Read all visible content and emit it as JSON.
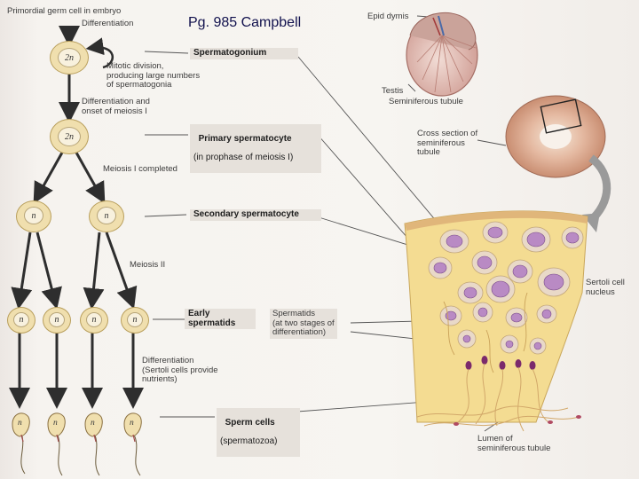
{
  "caption": "Pg. 985 Campbell",
  "left_labels": {
    "primordial": "Primordial germ cell in embryo",
    "differentiation_top": "Differentiation",
    "mitotic": "Mitotic division,\nproducing large numbers\nof spermatogonia",
    "diff_meiosis": "Differentiation and\nonset of meiosis I",
    "meiosis1": "Meiosis I completed",
    "meiosis2": "Meiosis II",
    "diff_sertoli": "Differentiation\n(Sertoli cells provide\nnutrients)"
  },
  "ploidy": {
    "diploid": "2n",
    "haploid": "n"
  },
  "stage_boxes": {
    "spermatogonium": "Spermatogonium",
    "primary_title": "Primary spermatocyte",
    "primary_sub": "(in prophase of meiosis I)",
    "secondary": "Secondary spermatocyte",
    "early_spermatids": "Early\nspermatids",
    "spermatids_note": "Spermatids\n(at two stages of\ndifferentiation)",
    "sperm_title": "Sperm cells",
    "sperm_sub": "(spermatozoa)"
  },
  "right_labels": {
    "epididymis": "Epid dymis",
    "testis": "Testis",
    "seminiferous": "Seminiferous tubule",
    "cross_section": "Cross section of\nseminiferous\ntubule",
    "sertoli": "Sertoli cell\nnucleus",
    "lumen": "Lumen of\nseminiferous tubule"
  },
  "colors": {
    "cell_fill": "#f0dfae",
    "arrow": "#333333",
    "tissue": "#f4dc92",
    "nucleus": "#b98ac4",
    "testis_pink": "#d9a8a0"
  }
}
